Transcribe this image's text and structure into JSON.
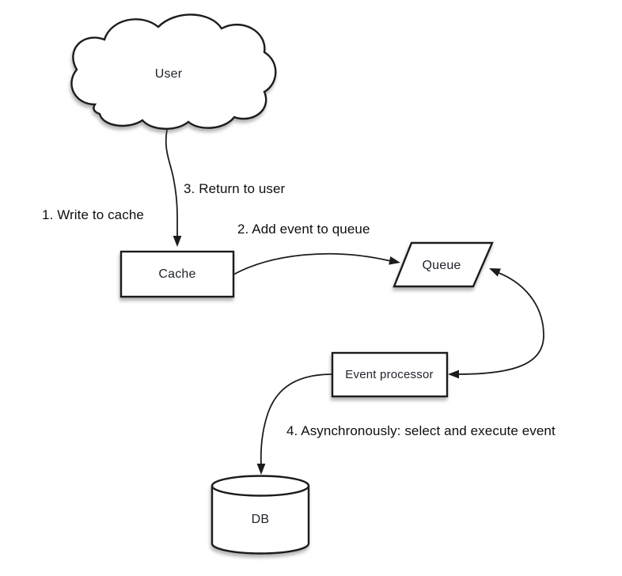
{
  "diagram": {
    "type": "flow-diagram",
    "background": "#ffffff",
    "colors": {
      "shape_fill": "#ffffff",
      "line": "#1c1c1c",
      "node_text": "#20242c",
      "step_text": "#0f0f0f"
    },
    "nodes": {
      "user": {
        "label": "User",
        "shape": "cloud"
      },
      "cache": {
        "label": "Cache",
        "shape": "rectangle"
      },
      "queue": {
        "label": "Queue",
        "shape": "parallelogram"
      },
      "event_processor": {
        "label": "Event processor",
        "shape": "rectangle"
      },
      "db": {
        "label": "DB",
        "shape": "cylinder"
      }
    },
    "steps": {
      "step1": "1. Write to cache",
      "step2": "2. Add event to queue",
      "step3": "3. Return to user",
      "step4": "4. Asynchronously: select and execute event"
    },
    "edges": [
      {
        "from": "user",
        "to": "cache",
        "direction": "one-way",
        "annotations": [
          "step1",
          "step3"
        ]
      },
      {
        "from": "cache",
        "to": "queue",
        "direction": "one-way",
        "annotations": [
          "step2"
        ]
      },
      {
        "from": "queue",
        "to": "event_processor",
        "direction": "two-way",
        "annotations": [
          "step4"
        ]
      },
      {
        "from": "event_processor",
        "to": "db",
        "direction": "one-way",
        "annotations": []
      }
    ]
  }
}
